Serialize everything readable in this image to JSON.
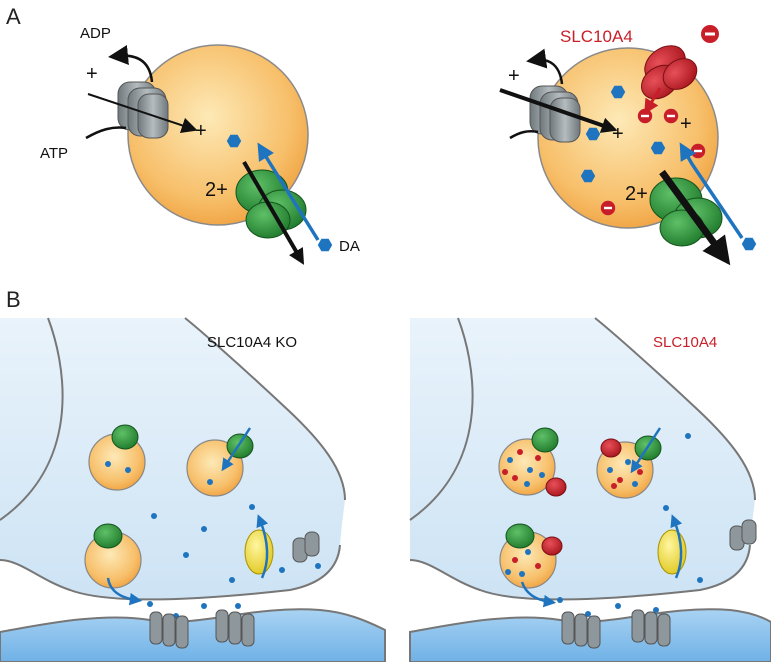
{
  "panels": {
    "a": "A",
    "b": "B"
  },
  "panel_a": {
    "left": {
      "adp": "ADP",
      "atp": "ATP",
      "plus_pump": "+",
      "plus_inside": "+",
      "two_plus": "2+",
      "da": "DA"
    },
    "right": {
      "title": "SLC10A4",
      "plus_pump": "+",
      "plus_inside_1": "+",
      "plus_inside_2": "+",
      "two_plus": "2+"
    }
  },
  "panel_b": {
    "left_title": "SLC10A4 KO",
    "right_title": "SLC10A4"
  },
  "colors": {
    "vesicle": "#f4b35c",
    "vesicle_center": "#fde7b0",
    "transporter_green": "#2f8f3c",
    "pump_grey": "#8e979b",
    "slc_red": "#c81e2a",
    "dopamine_blue": "#1f74c0",
    "cytoplasm": "#dcebf7",
    "postsynaptic": "#8cc2ec",
    "label_red": "#c8202a"
  },
  "icons": [
    "hexagon-dopamine-icon",
    "negative-charge-icon",
    "arrow-icon"
  ]
}
